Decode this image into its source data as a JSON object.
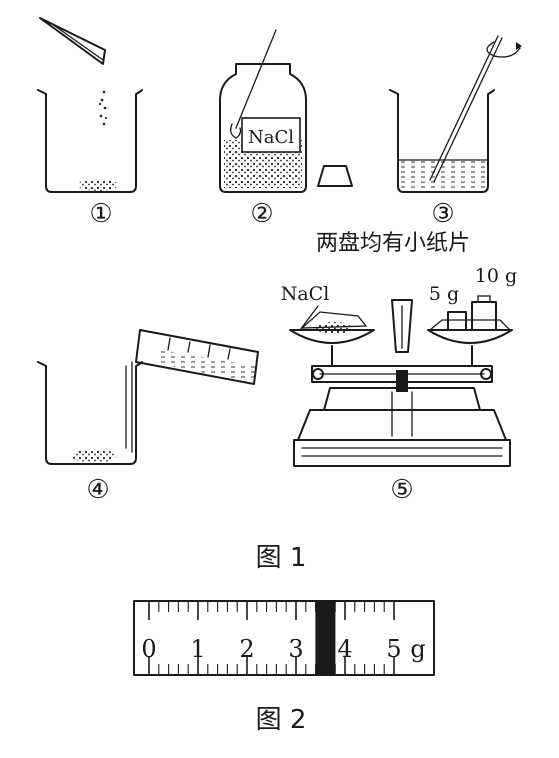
{
  "steps": [
    {
      "marker": "①"
    },
    {
      "marker": "②",
      "bottle_label": "NaCl"
    },
    {
      "marker": "③"
    },
    {
      "marker": "④"
    },
    {
      "marker": "⑤",
      "note": "两盘均有小纸片",
      "pan_label": "NaCl",
      "weight_small": "5 g",
      "weight_large": "10 g"
    }
  ],
  "figure1_caption": "图 1",
  "figure2_caption": "图 2",
  "rider_scale": {
    "ticks": [
      "0",
      "1",
      "2",
      "3",
      "4",
      "5"
    ],
    "unit": "g",
    "rider_position": 3.6
  }
}
